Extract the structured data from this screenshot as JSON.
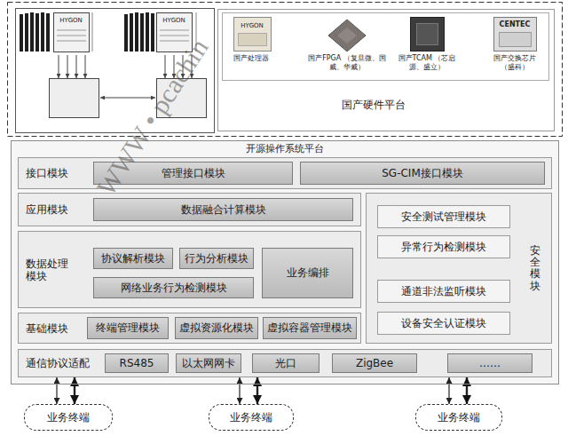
{
  "diagram": {
    "nodes": [
      {
        "text": [
          "国产硬件平台"
        ]
      },
      {
        "text": [
          "国产处理器"
        ],
        "in": 0
      },
      {
        "text": [
          "国产FPGA （复旦微、国威、华威）"
        ],
        "in": 0
      },
      {
        "text": [
          "国产TCAM （芯启源、盛立）"
        ],
        "in": 0
      },
      {
        "text": [
          "国产交换芯片 （盛科）"
        ],
        "in": 0
      },
      {
        "text": [
          "开源操作系统平台"
        ]
      },
      {
        "text": [
          "接口模块"
        ],
        "in": 5
      },
      {
        "text": [
          "管理接口模块"
        ],
        "in": 6
      },
      {
        "text": [
          "SG-CIM接口模块"
        ],
        "in": 6
      },
      {
        "text": [
          "应用模块"
        ],
        "in": 5
      },
      {
        "text": [
          "数据融合计算模块"
        ],
        "in": 9
      },
      {
        "text": [
          "数据处理模块"
        ],
        "in": 5
      },
      {
        "text": [
          "协议解析模块"
        ],
        "in": 11
      },
      {
        "text": [
          "行为分析模块"
        ],
        "in": 11
      },
      {
        "text": [
          "网络业务行为检测模块"
        ],
        "in": 11
      },
      {
        "text": [
          "业务编排"
        ],
        "in": 11
      },
      {
        "text": [
          "基础模块"
        ],
        "in": 5
      },
      {
        "text": [
          "终端管理模块"
        ],
        "in": 16
      },
      {
        "text": [
          "虚拟资源化模块"
        ],
        "in": 16
      },
      {
        "text": [
          "虚拟容器管理模块"
        ],
        "in": 16
      },
      {
        "text": [
          "安全模块"
        ],
        "in": 5
      },
      {
        "text": [
          "安全测试管理模块"
        ],
        "in": 20
      },
      {
        "text": [
          "异常行为检测模块"
        ],
        "in": 20
      },
      {
        "text": [
          "通道非法监听模块"
        ],
        "in": 20
      },
      {
        "text": [
          "设备安全认证模块"
        ],
        "in": 20
      },
      {
        "text": [
          "通信协议适配"
        ],
        "in": 5
      },
      {
        "text": [
          "RS485"
        ],
        "in": 25
      },
      {
        "text": [
          "以太网网卡"
        ],
        "in": 25
      },
      {
        "text": [
          "光口"
        ],
        "in": 25
      },
      {
        "text": [
          "ZigBee"
        ],
        "in": 25
      },
      {
        "text": [
          "……"
        ],
        "in": 25
      },
      {
        "text": [
          "业务终端"
        ]
      },
      {
        "text": [
          "业务终端"
        ]
      },
      {
        "text": [
          "业务终端"
        ]
      }
    ],
    "edges": [
      {
        "from": 25,
        "to": 31,
        "arrow": "both"
      },
      {
        "from": 25,
        "to": 31,
        "arrow": "both"
      },
      {
        "from": 25,
        "to": 32,
        "arrow": "both"
      },
      {
        "from": 25,
        "to": 32,
        "arrow": "both"
      },
      {
        "from": 25,
        "to": 33,
        "arrow": "both"
      },
      {
        "from": 25,
        "to": 33,
        "arrow": "both"
      }
    ],
    "labels": [
      "HYGON",
      "HYGON",
      "HYGON",
      "CENTEC",
      "WWW • pcachin"
    ]
  }
}
